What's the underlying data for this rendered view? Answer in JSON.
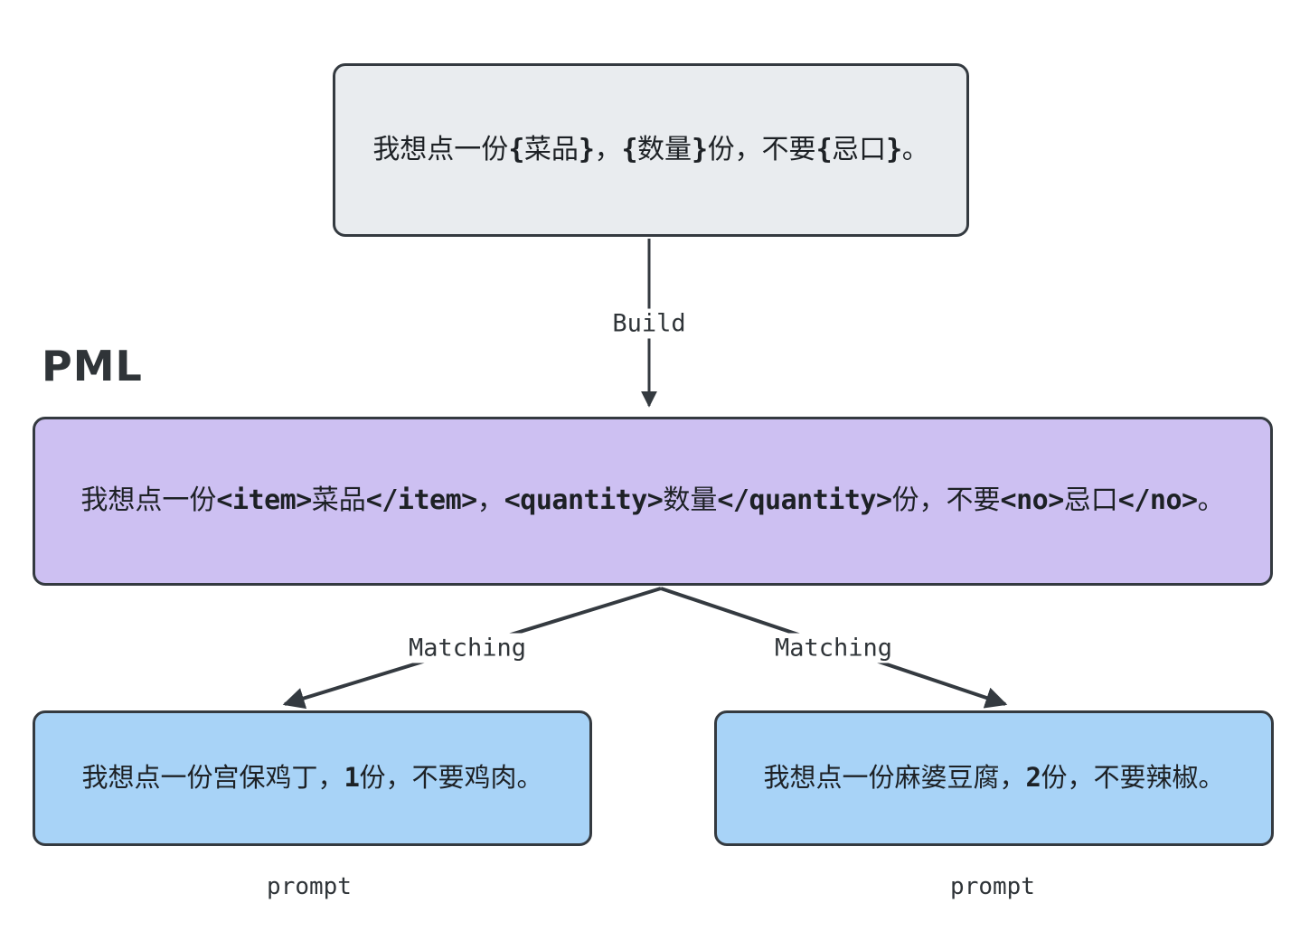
{
  "diagram": {
    "title_label": "PML",
    "background": "#ffffff",
    "stroke_color": "#343a40",
    "nodes": [
      {
        "id": "template",
        "name": "template-node",
        "fill": "#e9ecef",
        "text_parts": [
          {
            "text": "我想点一份",
            "style": "serif"
          },
          {
            "text": "{",
            "style": "mono-bold"
          },
          {
            "text": "菜品",
            "style": "serif"
          },
          {
            "text": "}",
            "style": "mono-bold"
          },
          {
            "text": "，",
            "style": "serif"
          },
          {
            "text": "{",
            "style": "mono-bold"
          },
          {
            "text": "数量",
            "style": "serif"
          },
          {
            "text": "}",
            "style": "mono-bold"
          },
          {
            "text": "份，不要",
            "style": "serif"
          },
          {
            "text": "{",
            "style": "mono-bold"
          },
          {
            "text": "忌口",
            "style": "serif"
          },
          {
            "text": "}",
            "style": "mono-bold"
          },
          {
            "text": "。",
            "style": "serif"
          }
        ],
        "plain_text": "我想点一份{菜品}，{数量}份，不要{忌口}。"
      },
      {
        "id": "pml",
        "name": "pml-node",
        "fill": "#cdc0f2",
        "text_parts": [
          {
            "text": "我想点一份",
            "style": "serif"
          },
          {
            "text": "<item>",
            "style": "mono-bold"
          },
          {
            "text": "菜品",
            "style": "serif"
          },
          {
            "text": "</item>",
            "style": "mono-bold"
          },
          {
            "text": "，",
            "style": "serif"
          },
          {
            "text": "<quantity>",
            "style": "mono-bold"
          },
          {
            "text": "数量",
            "style": "serif"
          },
          {
            "text": "</quantity>",
            "style": "mono-bold"
          },
          {
            "text": "份，不要",
            "style": "serif"
          },
          {
            "text": "<no>",
            "style": "mono-bold"
          },
          {
            "text": "忌口",
            "style": "serif"
          },
          {
            "text": "</no>",
            "style": "mono-bold"
          },
          {
            "text": "。",
            "style": "serif"
          }
        ],
        "plain_text": "我想点一份<item>菜品</item>，<quantity>数量</quantity>份，不要<no>忌口</no>。"
      },
      {
        "id": "prompt_left",
        "name": "prompt-node-left",
        "fill": "#a8d3f7",
        "text_parts": [
          {
            "text": "我想点一份宫保鸡丁，",
            "style": "serif"
          },
          {
            "text": "1",
            "style": "mono-bold"
          },
          {
            "text": "份，不要鸡肉。",
            "style": "serif"
          }
        ],
        "plain_text": "我想点一份宫保鸡丁，1份，不要鸡肉。",
        "caption": "prompt"
      },
      {
        "id": "prompt_right",
        "name": "prompt-node-right",
        "fill": "#a8d3f7",
        "text_parts": [
          {
            "text": "我想点一份麻婆豆腐，",
            "style": "serif"
          },
          {
            "text": "2",
            "style": "mono-bold"
          },
          {
            "text": "份，不要辣椒。",
            "style": "serif"
          }
        ],
        "plain_text": "我想点一份麻婆豆腐，2份，不要辣椒。",
        "caption": "prompt"
      }
    ],
    "edges": [
      {
        "id": "build",
        "label": "Build",
        "from": "template",
        "to": "pml"
      },
      {
        "id": "match_l",
        "label": "Matching",
        "from": "pml",
        "to": "prompt_left"
      },
      {
        "id": "match_r",
        "label": "Matching",
        "from": "pml",
        "to": "prompt_right"
      }
    ]
  }
}
